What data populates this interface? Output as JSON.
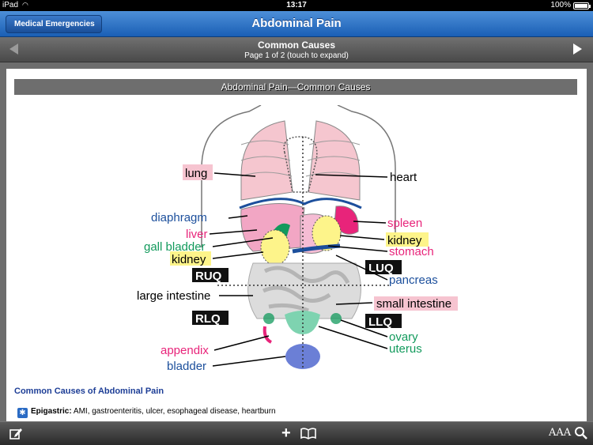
{
  "status": {
    "device": "iPad",
    "time": "13:17",
    "battery": "100%"
  },
  "nav": {
    "back": "Medical Emergencies",
    "title": "Abdominal Pain"
  },
  "pager": {
    "section": "Common Causes",
    "page_info": "Page 1 of 2 (touch to expand)"
  },
  "figure": {
    "title": "Abdominal Pain—Common Causes",
    "labels": {
      "lung": "lung",
      "heart": "heart",
      "diaphragm": "diaphragm",
      "liver": "liver",
      "gall_bladder": "gall bladder",
      "kidney_left": "kidney",
      "ruq": "RUQ",
      "large_intestine": "large intestine",
      "rlq": "RLQ",
      "appendix": "appendix",
      "bladder": "bladder",
      "spleen": "spleen",
      "kidney_right": "kidney",
      "stomach": "stomach",
      "luq": "LUQ",
      "pancreas": "pancreas",
      "small_intestine": "small intestine",
      "llq": "LLQ",
      "ovary": "ovary",
      "uterus": "uterus"
    },
    "colors": {
      "pink": "#e8247a",
      "blue": "#1c4f9c",
      "green": "#129a5c",
      "highlight_pink": "#f6c4d0",
      "highlight_yellow": "#fdf48a"
    }
  },
  "body": {
    "heading": "Common Causes of Abdominal Pain",
    "rows": [
      {
        "icon": "star-of-life-icon",
        "label": "Epigastric:",
        "text": " AMI, gastroenteritis, ulcer, esophageal disease, heartburn"
      }
    ]
  },
  "toolbar": {
    "text_size_label": "AAA"
  }
}
